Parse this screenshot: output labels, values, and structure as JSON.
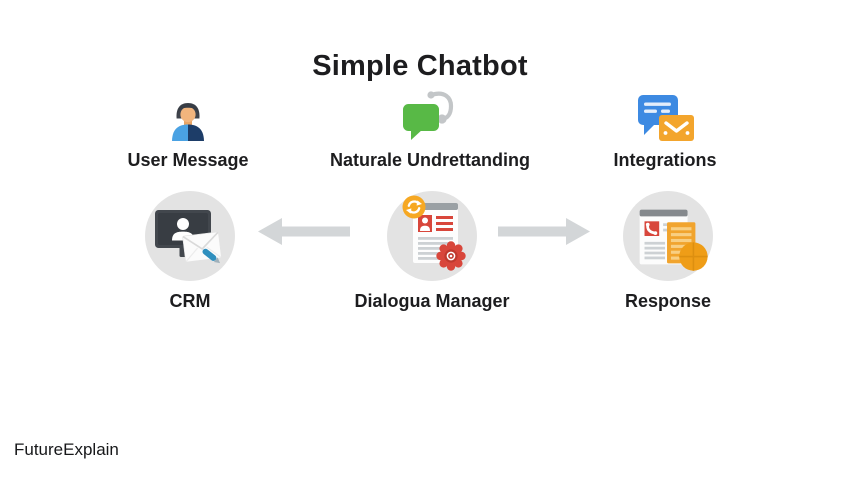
{
  "page": {
    "title": "Simple Chatbot",
    "brand": "FutureExplain",
    "background_color": "#ffffff"
  },
  "nodes": {
    "user_message": {
      "label": "User Message",
      "icon": "person-avatar-icon"
    },
    "nlu": {
      "label": "Naturale Undrettanding",
      "icon": "speech-bubble-headset-icon"
    },
    "integrations": {
      "label": "Integrations",
      "icon": "chat-bubble-envelope-icon"
    },
    "crm": {
      "label": "CRM",
      "icon": "monitor-contact-envelope-icon"
    },
    "dialog_manager": {
      "label": "Dialogua Manager",
      "icon": "profile-document-sync-gear-icon"
    },
    "response": {
      "label": "Response",
      "icon": "documents-phone-globe-icon"
    }
  },
  "connections": [
    {
      "from": "dialog_manager",
      "to": "crm",
      "direction": "left"
    },
    {
      "from": "dialog_manager",
      "to": "response",
      "direction": "right"
    }
  ],
  "colors": {
    "text": "#1d1d1f",
    "circle_background": "#e3e3e3",
    "arrow": "#d3d6d8",
    "green": "#58b946",
    "blue": "#3d8ae2",
    "orange": "#f3a52d",
    "red": "#d8463b",
    "dark_gray": "#42474d",
    "navy": "#1d3d68",
    "light_blue": "#4aa2e3",
    "pen_blue": "#2f8fbe"
  }
}
